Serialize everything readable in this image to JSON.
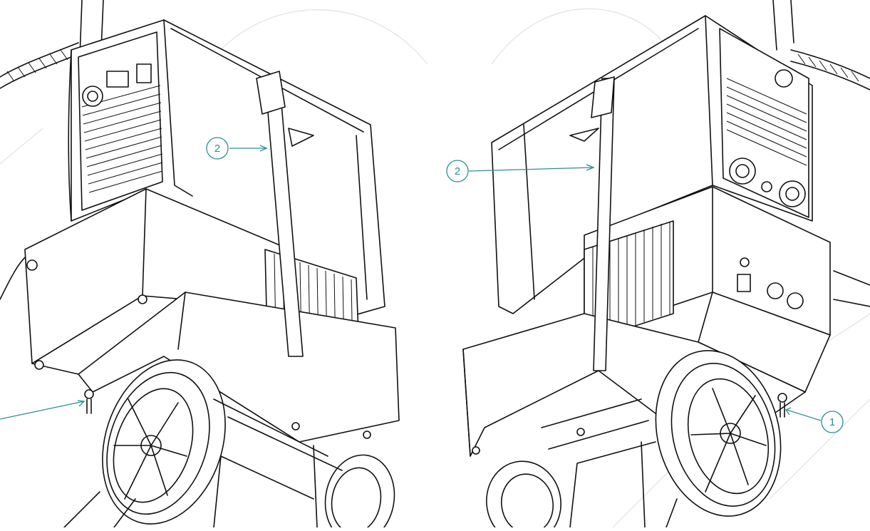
{
  "callouts": {
    "left_2": "2",
    "right_2": "2",
    "right_1": "1"
  },
  "colors": {
    "line": "#111111",
    "leader": "#2f8f8f",
    "background": "#ffffff"
  }
}
